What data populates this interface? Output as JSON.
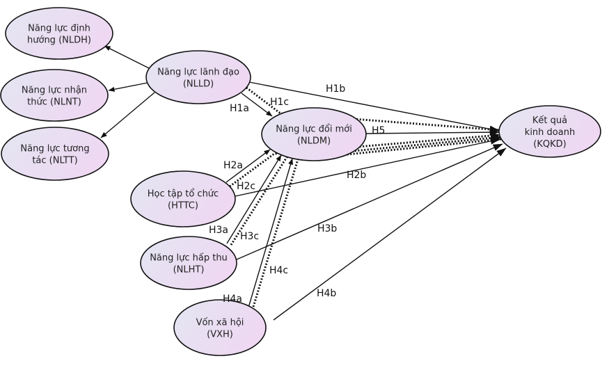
{
  "title": "Research model diagram",
  "nodes": [
    {
      "id": "NLDH",
      "lines": [
        "Năng lực định",
        "hướng (NLDH)"
      ]
    },
    {
      "id": "NLNT",
      "lines": [
        "Năng lực nhận",
        "thức (NLNT)"
      ]
    },
    {
      "id": "NLTT",
      "lines": [
        "Năng lực tương",
        "tác (NLTT)"
      ]
    },
    {
      "id": "NLLD",
      "lines": [
        "Năng lực lãnh đạo",
        "(NLLD)"
      ]
    },
    {
      "id": "NLDM",
      "lines": [
        "Năng lực đổi mới",
        "(NLDM)"
      ]
    },
    {
      "id": "HTTC",
      "lines": [
        "Học tập tổ chức",
        "(HTTC)"
      ]
    },
    {
      "id": "NLHT",
      "lines": [
        "Năng lực hấp thu",
        "(NLHT)"
      ]
    },
    {
      "id": "VXH",
      "lines": [
        "Vốn xã hội",
        "(VXH)"
      ]
    },
    {
      "id": "KQKD",
      "lines": [
        "Kết quả",
        "kinh doanh",
        "(KQKD)"
      ]
    }
  ],
  "edges": [
    {
      "from": "NLLD",
      "to": "NLDH",
      "style": "solid",
      "label": ""
    },
    {
      "from": "NLLD",
      "to": "NLNT",
      "style": "solid",
      "label": ""
    },
    {
      "from": "NLLD",
      "to": "NLTT",
      "style": "solid",
      "label": ""
    },
    {
      "from": "NLLD",
      "to": "NLDM",
      "style": "solid",
      "label": "H1a"
    },
    {
      "from": "NLLD",
      "to": "KQKD",
      "style": "solid",
      "label": "H1b"
    },
    {
      "from": "NLLD",
      "to": "KQKD",
      "style": "dotted",
      "label": "H1c",
      "via": "NLDM"
    },
    {
      "from": "NLDM",
      "to": "KQKD",
      "style": "solid",
      "label": "H5"
    },
    {
      "from": "HTTC",
      "to": "NLDM",
      "style": "solid",
      "label": "H2a"
    },
    {
      "from": "HTTC",
      "to": "KQKD",
      "style": "solid",
      "label": "H2b"
    },
    {
      "from": "HTTC",
      "to": "KQKD",
      "style": "dotted",
      "label": "H2c",
      "via": "NLDM"
    },
    {
      "from": "NLHT",
      "to": "NLDM",
      "style": "solid",
      "label": "H3a"
    },
    {
      "from": "NLHT",
      "to": "KQKD",
      "style": "solid",
      "label": "H3b"
    },
    {
      "from": "NLHT",
      "to": "KQKD",
      "style": "dotted",
      "label": "H3c",
      "via": "NLDM"
    },
    {
      "from": "VXH",
      "to": "NLDM",
      "style": "solid",
      "label": "H4a"
    },
    {
      "from": "VXH",
      "to": "KQKD",
      "style": "solid",
      "label": "H4b"
    },
    {
      "from": "VXH",
      "to": "KQKD",
      "style": "dotted",
      "label": "H4c",
      "via": "NLDM"
    }
  ],
  "colors": {
    "node_fill_start": "#e3e6f2",
    "node_fill_end": "#eed8f2",
    "stroke": "#111111"
  }
}
